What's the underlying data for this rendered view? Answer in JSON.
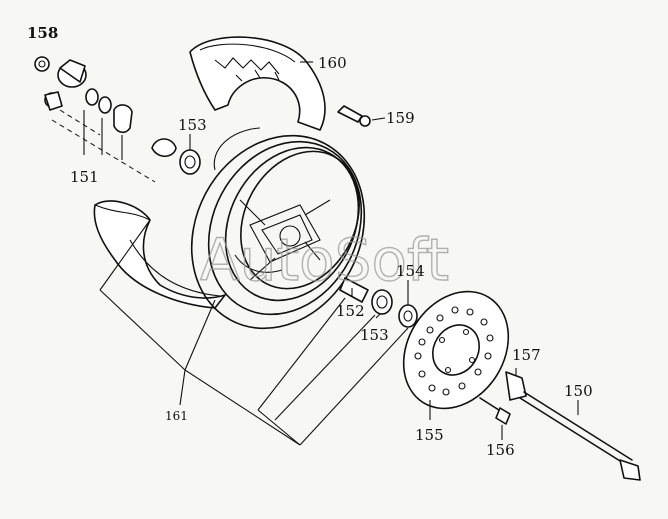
{
  "watermark": "AutoSoft",
  "callouts": {
    "p150": "150",
    "p151": "151",
    "p152": "152",
    "p153_top": "153",
    "p153_bottom": "153",
    "p154": "154",
    "p155": "155",
    "p156": "156",
    "p157": "157",
    "p158": "158",
    "p159": "159",
    "p160": "160",
    "p161": "161"
  }
}
